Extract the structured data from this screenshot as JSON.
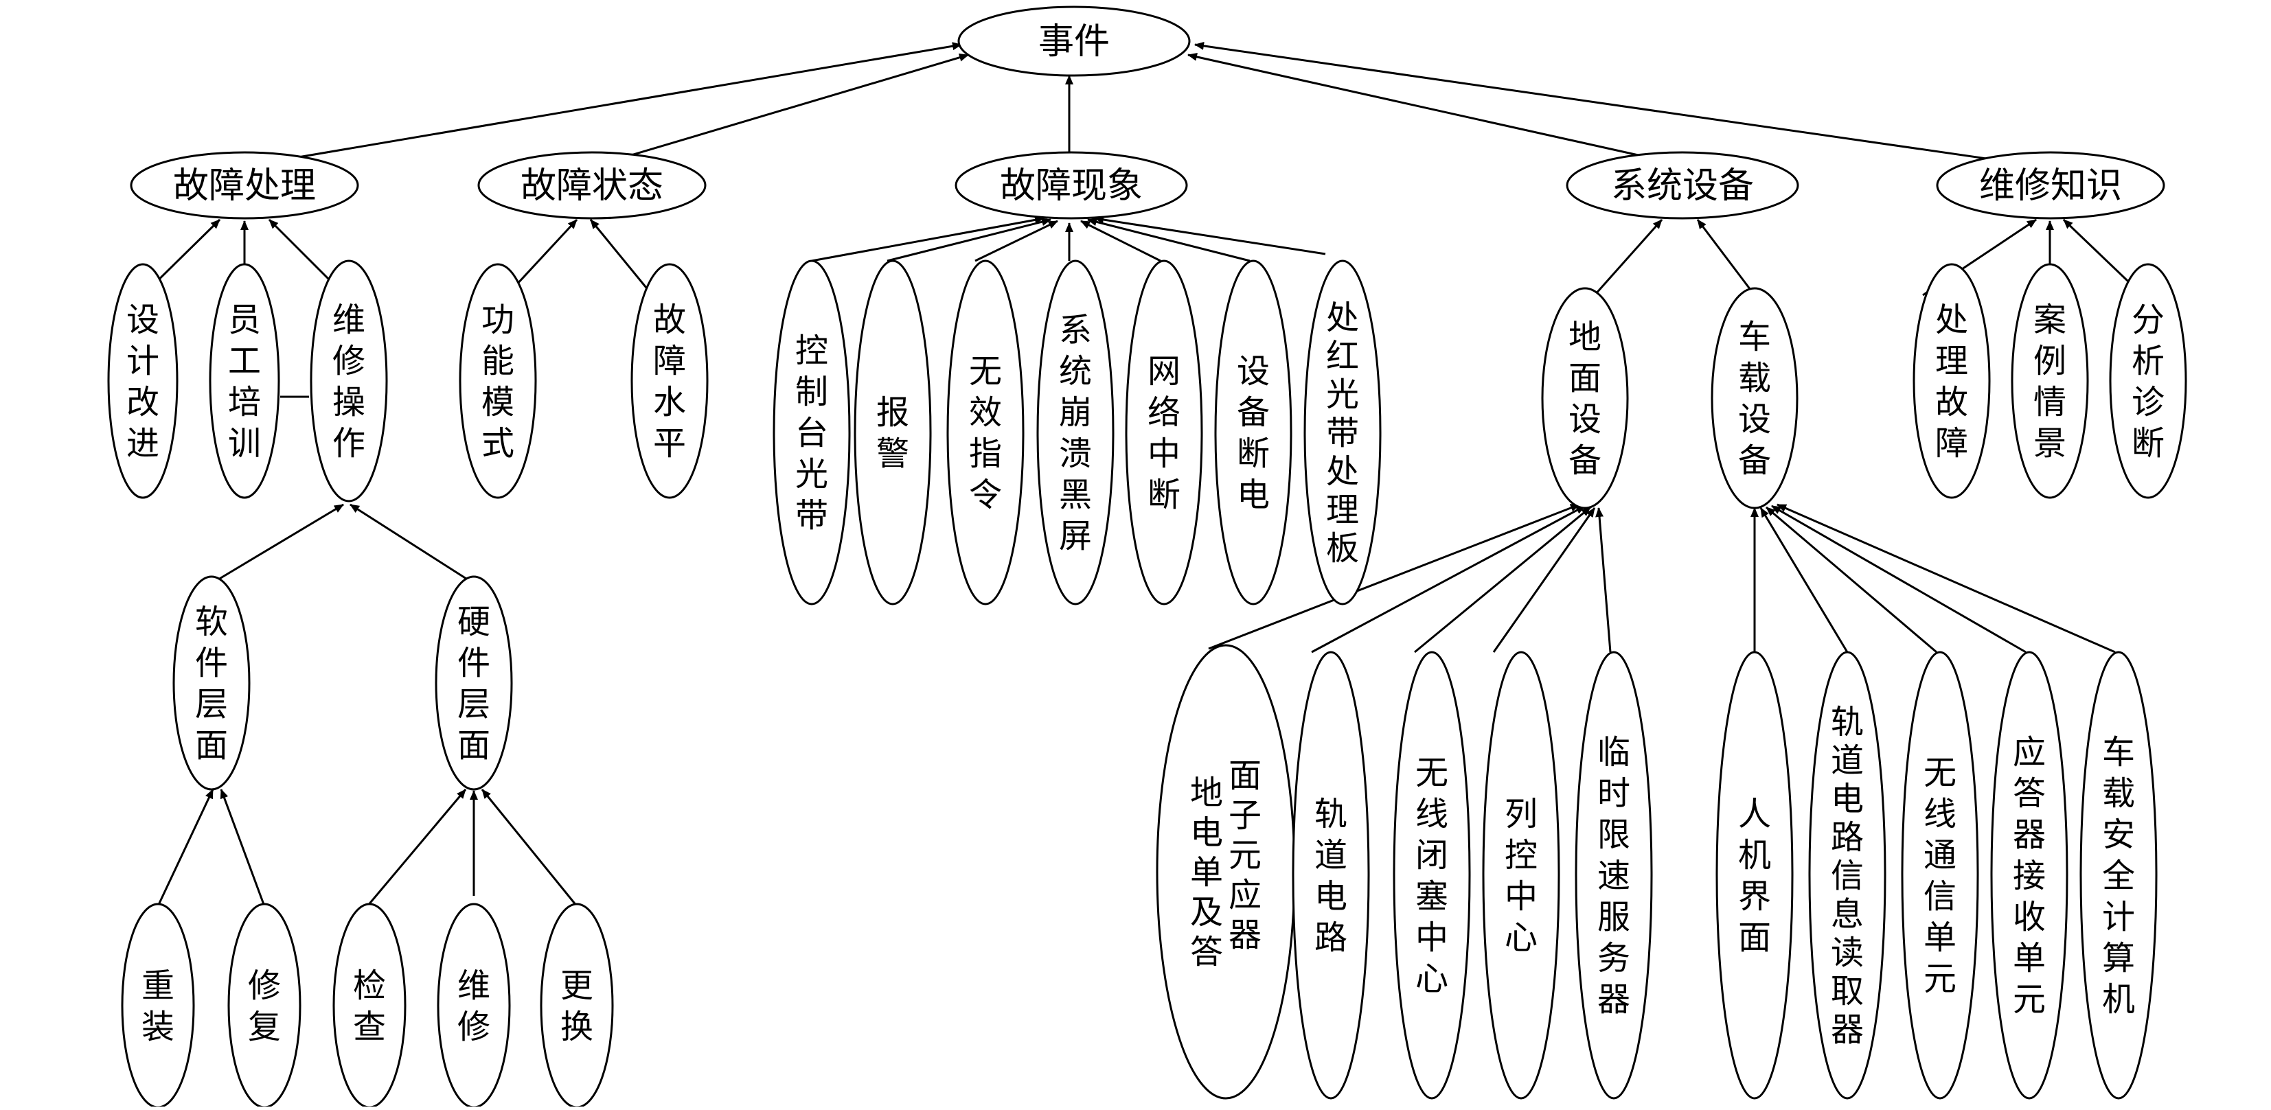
{
  "root": {
    "label": "事件"
  },
  "categories": [
    {
      "id": "c1",
      "label": "故障处理"
    },
    {
      "id": "c2",
      "label": "故障状态"
    },
    {
      "id": "c3",
      "label": "故障现象"
    },
    {
      "id": "c4",
      "label": "系统设备"
    },
    {
      "id": "c5",
      "label": "维修知识"
    }
  ],
  "fault_handling": {
    "children": [
      "设计改进",
      "员工培训",
      "维修操作"
    ],
    "maintenance_op_children": [
      "软件层面",
      "硬件层面"
    ],
    "software_children": [
      "重装",
      "修复"
    ],
    "hardware_children": [
      "检查",
      "维修",
      "更换"
    ]
  },
  "fault_status": {
    "children": [
      "功能模式",
      "故障水平"
    ]
  },
  "fault_phenomenon": {
    "children": [
      "控制台光带",
      "报警",
      "无效指令",
      "系统崩溃黑屏",
      "网络中断",
      "设备断电",
      "处红光带处理板"
    ]
  },
  "system_equipment": {
    "children": [
      "地面设备",
      "车载设备"
    ],
    "ground_children": [
      "地面电子单元及应答器",
      "轨道电路",
      "无线闭塞中心",
      "列控中心",
      "临时限速服务器"
    ],
    "onboard_children": [
      "人机界面",
      "轨道电路信息读取器",
      "无线通信单元",
      "应答器接收单元",
      "车载安全计算机"
    ]
  },
  "maintenance_knowledge": {
    "children": [
      "处理故障",
      "案例情景",
      "分析诊断"
    ]
  }
}
